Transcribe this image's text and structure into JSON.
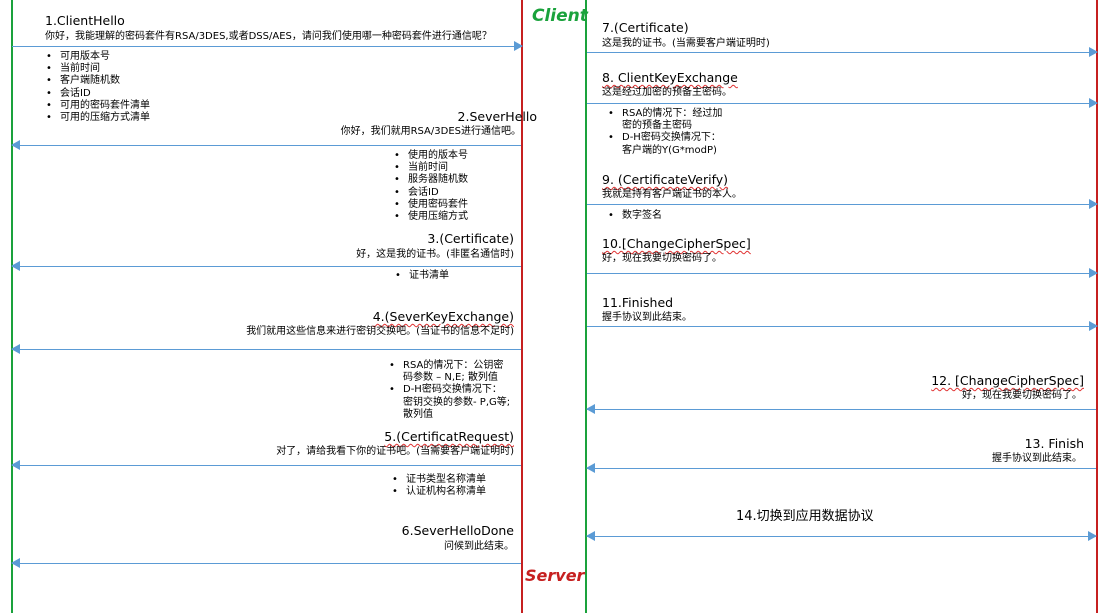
{
  "labels": {
    "client": "Client",
    "server": "Server"
  },
  "colors": {
    "client_line": "#1aa23c",
    "server_line": "#c62020",
    "arrow": "#5b9bd5"
  },
  "steps": [
    {
      "title": "1.ClientHello",
      "desc": "你好，我能理解的密码套件有RSA/3DES,或者DSS/AES，请问我们使用哪一种密码套件进行通信呢？",
      "items": [
        "可用版本号",
        "当前时间",
        "客户端随机数",
        "会话ID",
        "可用的密码套件清单",
        "可用的压缩方式清单"
      ]
    },
    {
      "title": "2.SeverHello",
      "desc": "你好，我们就用RSA/3DES进行通信吧。",
      "items": [
        "使用的版本号",
        "当前时间",
        "服务器随机数",
        "会话ID",
        "使用密码套件",
        "使用压缩方式"
      ]
    },
    {
      "title": "3.(Certificate)",
      "desc": "好，这是我的证书。(非匿名通信时)",
      "items": [
        "证书清单"
      ]
    },
    {
      "title": "4.(SeverKeyExchange)",
      "desc": "我们就用这些信息来进行密钥交换吧。(当证书的信息不足时)",
      "items": [
        "RSA的情况下：公钥密\n码参数 – N,E; 散列值",
        "D-H密码交换情况下：\n密钥交换的参数- P,G等;\n散列值"
      ]
    },
    {
      "title": "5.(CertificatRequest)",
      "desc": "对了，请给我看下你的证书吧。(当需要客户端证明时)",
      "items": [
        "证书类型名称清单",
        "认证机构名称清单"
      ]
    },
    {
      "title": "6.SeverHelloDone",
      "desc": "问候到此结束。",
      "items": []
    },
    {
      "title": "7.(Certificate)",
      "desc": "这是我的证书。(当需要客户端证明时)",
      "items": []
    },
    {
      "title": "8. ClientKeyExchange",
      "desc": "这是经过加密的预备主密码。",
      "items": [
        "RSA的情况下：经过加\n密的预备主密码",
        "D-H密码交换情况下：\n客户端的Y(G*modP)"
      ]
    },
    {
      "title": "9. (CertificateVerify)",
      "desc": "我就是持有客户端证书的本人。",
      "items": [
        "数字签名"
      ]
    },
    {
      "title": "10.[ChangeCipherSpec]",
      "desc": "好，现在我要切换密码了。",
      "items": []
    },
    {
      "title": "11.Finished",
      "desc": "握手协议到此结束。",
      "items": []
    },
    {
      "title": "12. [ChangeCipherSpec]",
      "desc": "好，现在我要切换密码了。",
      "items": []
    },
    {
      "title": "13. Finish",
      "desc": "握手协议到此结束。",
      "items": []
    },
    {
      "title": "14.切换到应用数据协议",
      "desc": "",
      "items": []
    }
  ]
}
